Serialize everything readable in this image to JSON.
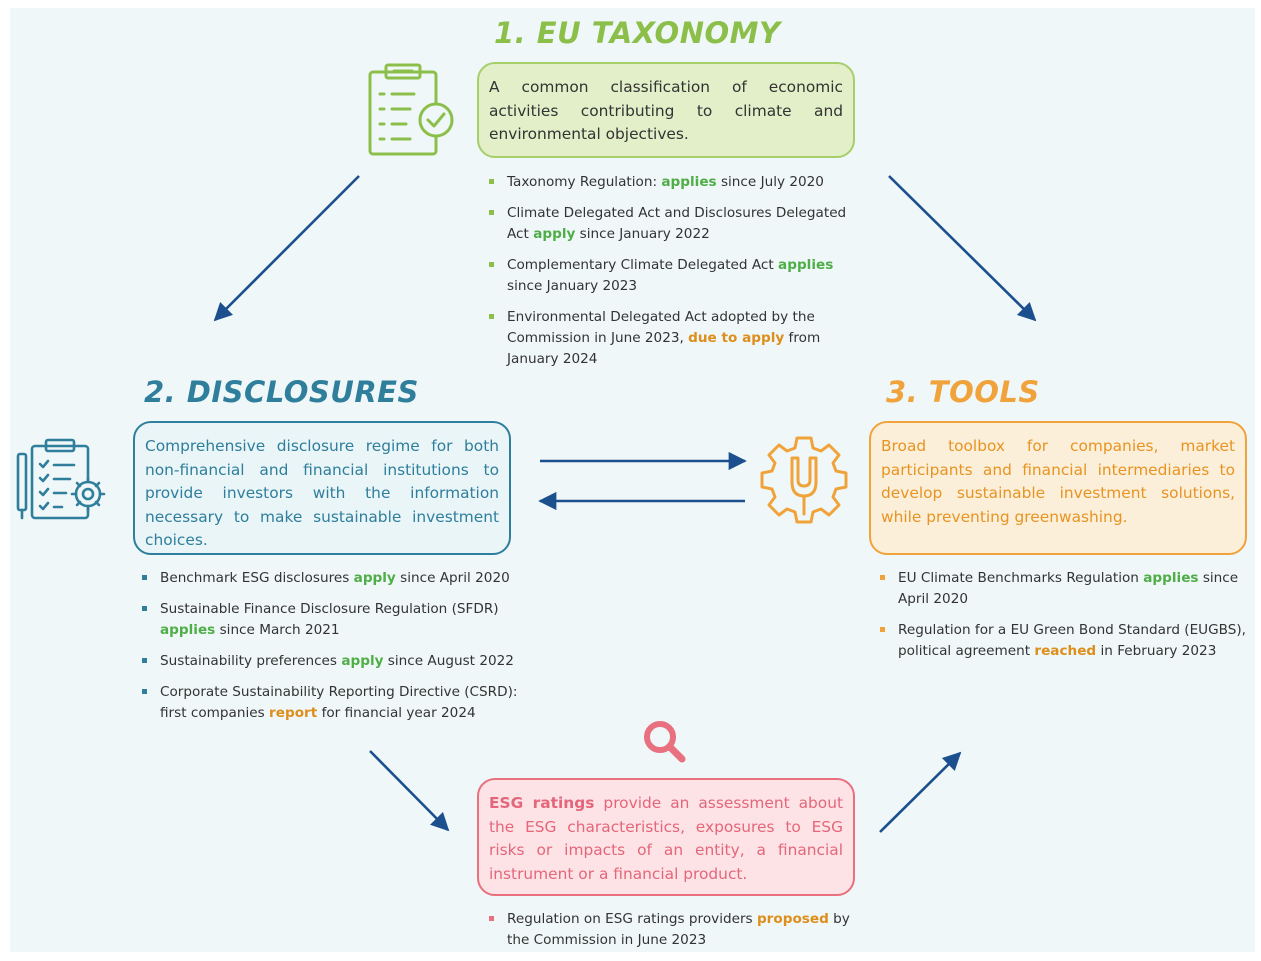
{
  "colors": {
    "background": "#eff7f8",
    "green": "#8cbf4a",
    "teal": "#2e7e9c",
    "orange": "#f0a33a",
    "pink": "#e8707f",
    "arrow": "#1c4f8e"
  },
  "taxonomy": {
    "title": "1. EU TAXONOMY",
    "icon": "clipboard-check-icon",
    "description": "A common classification of economic activities contributing to climate and environmental objectives.",
    "bullets": [
      {
        "pre": "Taxonomy Regulation: ",
        "kw": "applies",
        "post": " since July 2020"
      },
      {
        "pre": "Climate Delegated Act and Disclosures Delegated Act ",
        "kw": "apply",
        "post": " since January 2022"
      },
      {
        "pre": "Complementary Climate Delegated Act ",
        "kw": "applies",
        "post": " since January 2023"
      },
      {
        "pre": "Environmental Delegated Act adopted by the Commission in June 2023, ",
        "kw": "due to apply",
        "post": " from January 2024"
      }
    ]
  },
  "disclosures": {
    "title": "2. DISCLOSURES",
    "icon": "checklist-gear-icon",
    "description": "Comprehensive disclosure regime for both non-financial and financial institutions to provide investors with the information necessary to make sustainable investment choices.",
    "bullets": [
      {
        "pre": "Benchmark ESG disclosures ",
        "kw": "apply",
        "post": " since April 2020"
      },
      {
        "pre": "Sustainable Finance Disclosure Regulation (SFDR) ",
        "kw": "applies",
        "post": " since March 2021"
      },
      {
        "pre": "Sustainability preferences ",
        "kw": "apply",
        "post": " since August 2022"
      },
      {
        "pre": "Corporate Sustainability Reporting Directive (CSRD): first companies ",
        "kw": "report",
        "post": " for financial year 2024"
      }
    ]
  },
  "tools": {
    "title": "3. TOOLS",
    "icon": "gear-wrench-icon",
    "description": "Broad toolbox for companies, market participants and financial intermediaries to develop sustainable investment solutions, while preventing greenwashing.",
    "bullets": [
      {
        "pre": "EU Climate Benchmarks Regulation ",
        "kw": "applies",
        "post": " since April 2020"
      },
      {
        "pre": "Regulation for a EU Green Bond Standard (EUGBS), political agreement ",
        "kw": "reached",
        "post": " in February 2023"
      }
    ]
  },
  "esg": {
    "icon": "magnifier-icon",
    "lead": "ESG ratings",
    "description": " provide an assessment about the ESG characteristics, exposures to ESG risks or impacts of an entity, a financial instrument or a financial product.",
    "bullets": [
      {
        "pre": "Regulation on ESG ratings providers ",
        "kw": "proposed",
        "post": " by the Commission in June 2023"
      }
    ]
  }
}
